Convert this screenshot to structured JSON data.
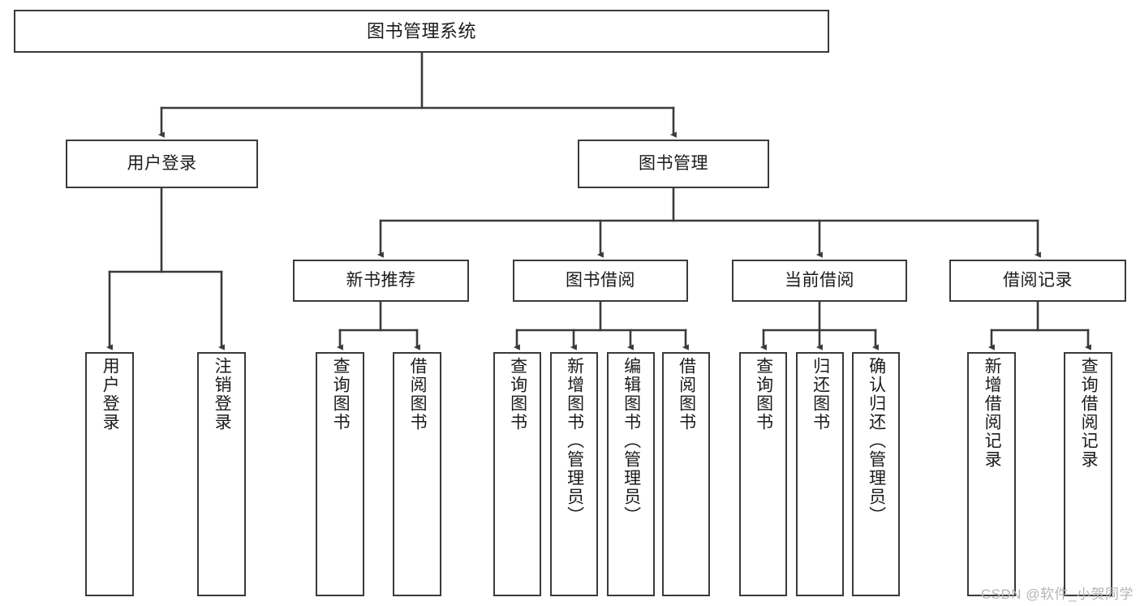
{
  "diagram": {
    "title": "图书管理系统",
    "type": "hierarchy-tree",
    "stroke_color": "#3a3a3a",
    "fill_color": "#ffffff",
    "text_color": "#1b1b1b"
  },
  "root": {
    "label": "图书管理系统"
  },
  "level2": [
    {
      "label": "用户登录"
    },
    {
      "label": "图书管理"
    }
  ],
  "level3": [
    {
      "label": "新书推荐"
    },
    {
      "label": "图书借阅"
    },
    {
      "label": "当前借阅"
    },
    {
      "label": "借阅记录"
    }
  ],
  "leaves": {
    "user_login": [
      {
        "label": "用户登录"
      },
      {
        "label": "注销登录"
      }
    ],
    "new_book_recommend": [
      {
        "label": "查询图书"
      },
      {
        "label": "借阅图书"
      }
    ],
    "book_borrow": [
      {
        "label": "查询图书"
      },
      {
        "label": "新增图书（管理员）"
      },
      {
        "label": "编辑图书（管理员）"
      },
      {
        "label": "借阅图书"
      }
    ],
    "current_borrow": [
      {
        "label": "查询图书"
      },
      {
        "label": "归还图书"
      },
      {
        "label": "确认归还（管理员）"
      }
    ],
    "borrow_record": [
      {
        "label": "新增借阅记录"
      },
      {
        "label": "查询借阅记录"
      }
    ]
  },
  "watermark": {
    "text": "CSDN @软件_小贺同学"
  }
}
